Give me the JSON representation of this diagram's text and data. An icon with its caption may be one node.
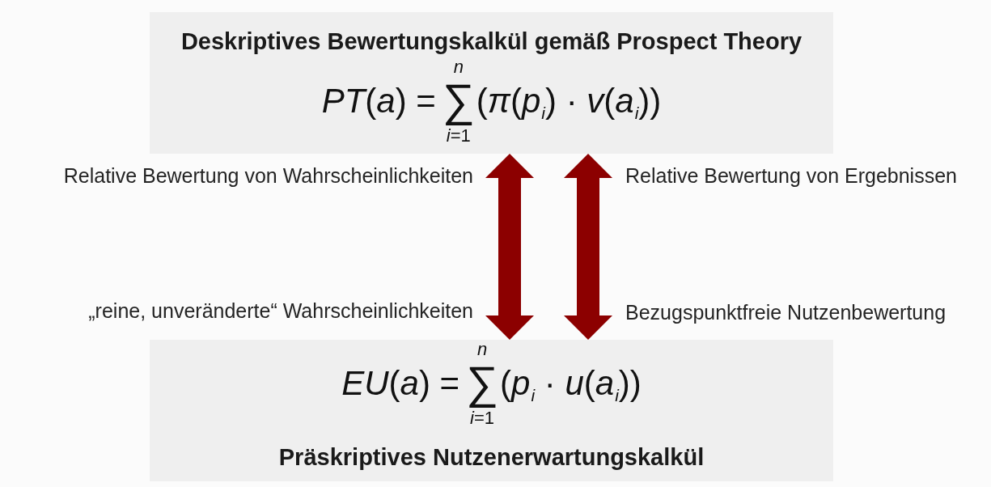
{
  "diagram": {
    "nodes": [
      {
        "text": [
          "Deskriptives Bewertungskalkül gemäß Prospect Theory",
          "*PT*(*a*) =",
          "n",
          "∑",
          "*i*=1",
          "(*π*(*p*$_{i}$) · *v*(*a*$_{i}$))"
        ]
      },
      {
        "text": [
          "*EU*(*a*) =",
          "n",
          "∑",
          "*i*=1",
          "(*p*$_{i}$ · *u*(*a*$_{i}$))",
          "Präskriptives Nutzenerwartungskalkül"
        ]
      }
    ],
    "edges": [
      {
        "from": 0,
        "to": 1,
        "arrow": "both",
        "style": "thick"
      },
      {
        "from": 0,
        "to": 1,
        "arrow": "both",
        "style": "thick"
      }
    ],
    "labels": [
      "Relative Bewertung von Wahrscheinlichkeiten",
      "Relative Bewertung von Ergebnissen",
      "„reine, unveränderte“ Wahrscheinlichkeiten",
      "Bezugspunktfreie Nutzenbewertung"
    ]
  }
}
